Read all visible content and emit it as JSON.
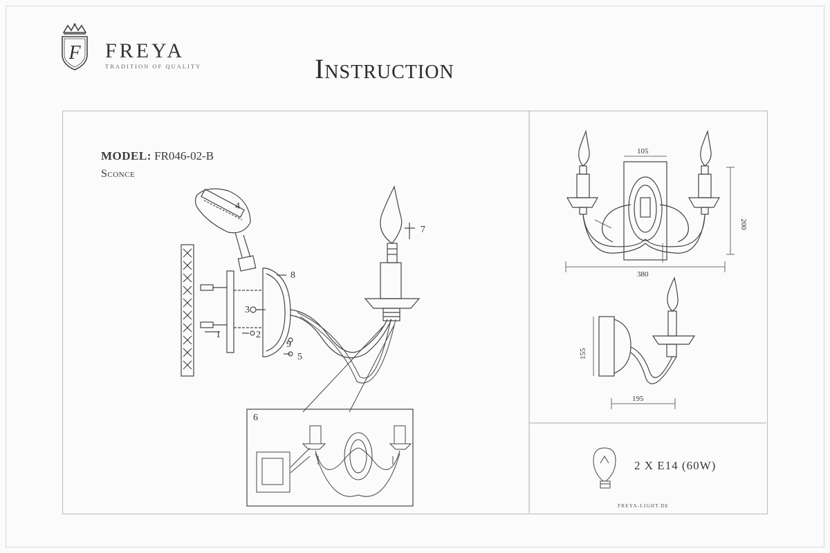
{
  "brand": {
    "name": "FREYA",
    "tagline": "Tradition of quality",
    "logo_letter": "F"
  },
  "title": "Instruction",
  "model": {
    "label": "MODEL:",
    "code": "FR046-02-B",
    "type": "Sconce"
  },
  "assembly": {
    "part_labels": [
      "1",
      "2",
      "3",
      "4",
      "5",
      "6",
      "7",
      "8",
      "9"
    ]
  },
  "dimensions": {
    "front": {
      "width": "380",
      "height": "200",
      "backplate_width": "105"
    },
    "side": {
      "height": "155",
      "depth": "195"
    }
  },
  "bulb": {
    "icon": "light-bulb-icon",
    "spec": "2 X E14 (60W)"
  },
  "website": "freya-light.de",
  "colors": {
    "line": "#444444",
    "frame": "#b9b9b9"
  }
}
